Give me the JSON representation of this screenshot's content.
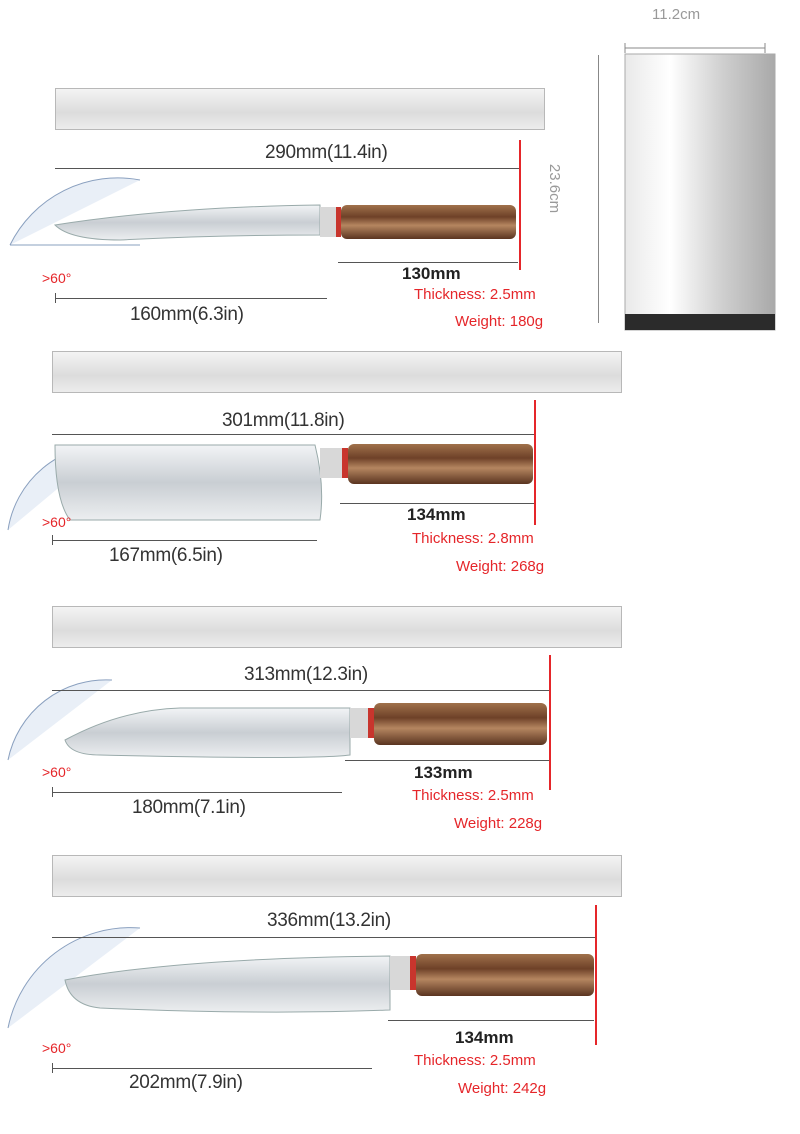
{
  "block": {
    "width_label": "11.2cm",
    "height_label": "23.6cm"
  },
  "knives": [
    {
      "total": "290mm(11.4in)",
      "handle": "130mm",
      "blade": "160mm(6.3in)",
      "angle": ">60°",
      "thickness": "Thickness: 2.5mm",
      "weight": "Weight: 180g"
    },
    {
      "total": "301mm(11.8in)",
      "handle": "134mm",
      "blade": "167mm(6.5in)",
      "angle": ">60°",
      "thickness": "Thickness: 2.8mm",
      "weight": "Weight: 268g"
    },
    {
      "total": "313mm(12.3in)",
      "handle": "133mm",
      "blade": "180mm(7.1in)",
      "angle": ">60°",
      "thickness": "Thickness: 2.5mm",
      "weight": "Weight: 228g"
    },
    {
      "total": "336mm(13.2in)",
      "handle": "134mm",
      "blade": "202mm(7.9in)",
      "angle": ">60°",
      "thickness": "Thickness: 2.5mm",
      "weight": "Weight: 242g"
    }
  ],
  "colors": {
    "accent_red": "#e5262a",
    "handle_wood": "#8a5a3a",
    "blade_steel": "#dcdfe2"
  }
}
